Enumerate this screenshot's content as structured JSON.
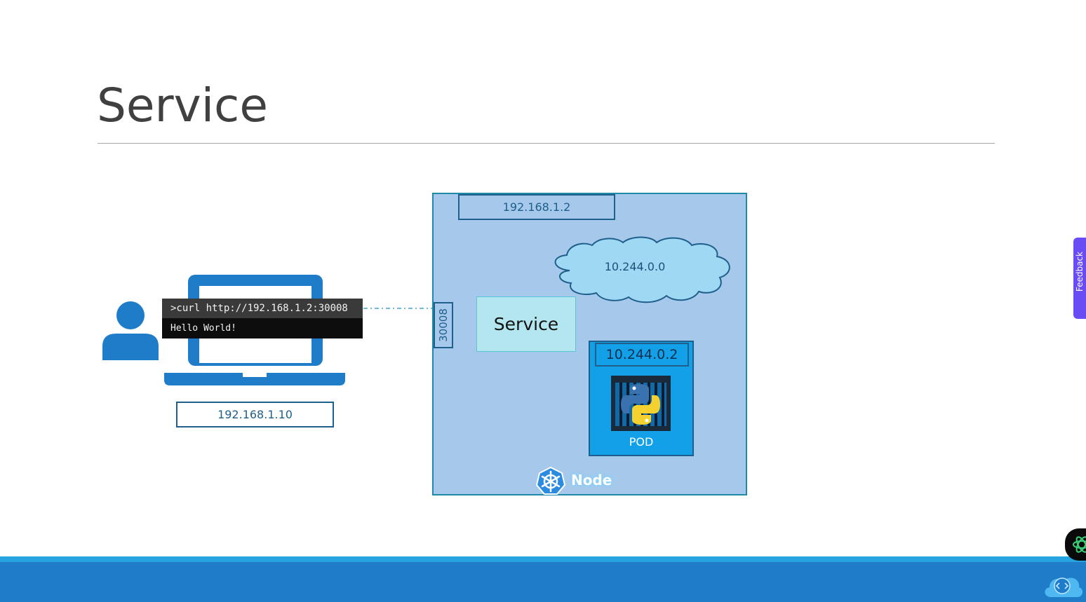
{
  "slide": {
    "title": "Service"
  },
  "client": {
    "terminal_command": ">curl http://192.168.1.2:30008",
    "terminal_output": "Hello World!",
    "laptop_ip": "192.168.1.10"
  },
  "node": {
    "ip": "192.168.1.2",
    "node_port": "30008",
    "service_label": "Service",
    "network": "10.244.0.0",
    "label": "Node",
    "pod": {
      "ip": "10.244.0.2",
      "label": "POD"
    }
  },
  "overlay": {
    "side_tab_text": "Feedback"
  },
  "colors": {
    "node_fill": "#a6c9eb",
    "pod_fill": "#12a0e8",
    "service_fill": "#b4e6f0",
    "band": "#1f7cc8",
    "band_accent": "#25a4e0",
    "person_laptop": "#1f7cc8"
  },
  "icons": [
    "person-icon",
    "laptop-icon",
    "cloud-icon",
    "python-container-icon",
    "kubernetes-helm-icon",
    "feedback-tab",
    "chat-bubble-icon",
    "cloud-code-logo-icon"
  ]
}
